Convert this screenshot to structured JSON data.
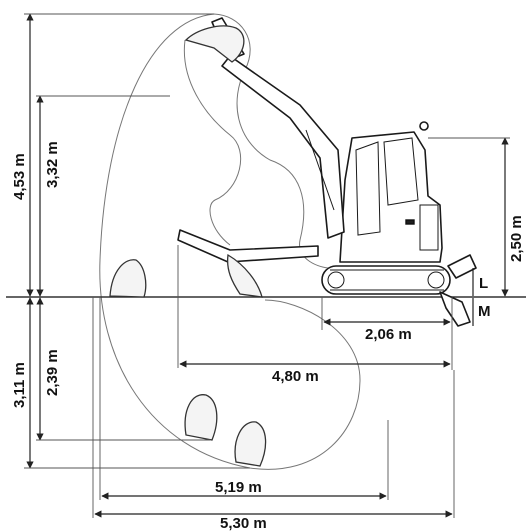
{
  "diagram": {
    "labels": {
      "max_reach_height": "4,53 m",
      "max_dump_height": "3,32 m",
      "cab_height": "2,50 m",
      "dig_depth": "3,11 m",
      "vertical_wall_depth": "2,39 m",
      "blade_reach": "2,06 m",
      "reach_at_ground_inner": "4,80 m",
      "reach_at_ground": "5,19 m",
      "max_reach": "5,30 m",
      "blade_lift_marker": "L",
      "blade_depth_marker": "M"
    }
  }
}
